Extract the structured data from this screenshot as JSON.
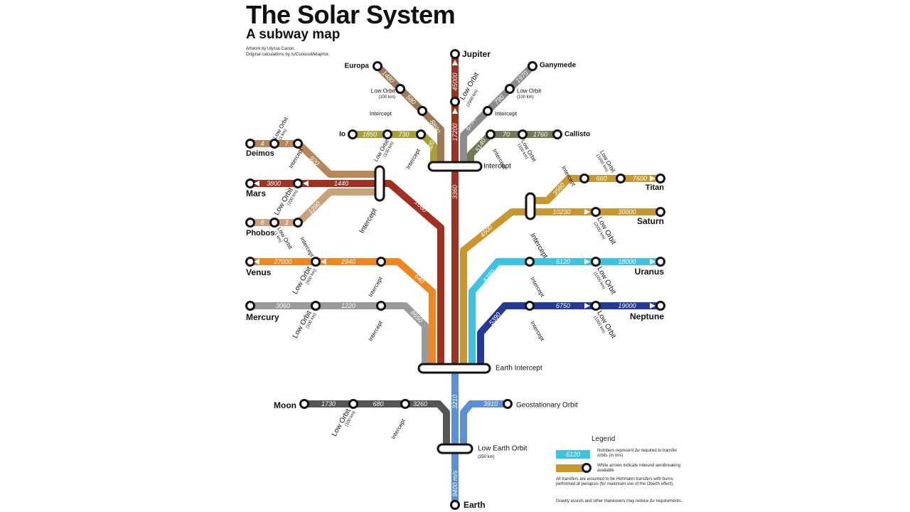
{
  "title": "The Solar System",
  "subtitle": "A subway map",
  "credit1": "Artwork by Ulysse Carion.",
  "credit2": "Original calculations by /u/CuriousMetaphor.",
  "colors": {
    "earth": "#5b8fd6",
    "jupiter": "#9b3320",
    "europa": "#9c7a55",
    "io": "#a9a034",
    "ganymede": "#8c8c8c",
    "callisto": "#6f7a56",
    "deimos": "#b88659",
    "mars": "#a3301e",
    "phobos": "#c9a27c",
    "saturn": "#c8972e",
    "uranus": "#3cc3e3",
    "neptune": "#22389a",
    "venus": "#f0871e",
    "mercury": "#9a9a9a",
    "moon": "#555555",
    "geo": "#5b8fd6"
  },
  "stations": {
    "jupiter": "Jupiter",
    "europa": "Europa",
    "ganymede": "Ganymede",
    "io": "Io",
    "callisto": "Callisto",
    "deimos": "Deimos",
    "mars": "Mars",
    "phobos": "Phobos",
    "titan": "Titan",
    "saturn": "Saturn",
    "venus": "Venus",
    "uranus": "Uranus",
    "mercury": "Mercury",
    "neptune": "Neptune",
    "moon": "Moon",
    "earth": "Earth"
  },
  "labels": {
    "intercept": "Intercept",
    "jupiter_intercept": "Intercept",
    "earth_intercept": "Earth Intercept",
    "low_earth_orbit": "Low Earth Orbit",
    "low_earth_orbit_alt": "(250 km)",
    "geostationary": "Geostationary Orbit",
    "low_orbit": "Low Orbit",
    "alt_100km": "(100 km)",
    "alt_1km": "(1 km)",
    "alt_200km": "(200 km)",
    "alt_400km": "(400 km)",
    "alt_1000km": "(1000 km)",
    "alt_2000km": "(2000 km)"
  },
  "values": {
    "earth_leo": "9400 m/s",
    "leo_ei": "3210",
    "ei_jup_int": "3360",
    "jup_int_lo": "17200",
    "jup_lo_jup": "45000",
    "europa_1": "1480",
    "europa_2": "580",
    "europa_3": "8890",
    "gany_1": "1970",
    "gany_2": "790",
    "gany_3": "6700",
    "io_1": "1850",
    "io_2": "730",
    "io_3": "10320",
    "cal_1": "5140",
    "cal_2": "70",
    "cal_3": "1760",
    "deimos_1": "4",
    "deimos_2": "7",
    "deimos_3": "920",
    "mars_1": "3800",
    "mars_2": "1440",
    "mars_3": "1060",
    "phobos_1": "8",
    "phobos_2": "3",
    "phobos_3": "1280",
    "titan_1": "3560",
    "titan_2": "660",
    "titan_3": "7600",
    "saturn_1": "4500",
    "saturn_2": "10230",
    "saturn_3": "30000",
    "venus_1": "640",
    "venus_2": "2940",
    "venus_3": "27000",
    "uranus_1": "5280",
    "uranus_2": "6120",
    "uranus_3": "18000",
    "mercury_1": "8650",
    "mercury_2": "1220",
    "mercury_3": "3060",
    "neptune_1": "5390",
    "neptune_2": "6750",
    "neptune_3": "19000",
    "moon_1": "3260",
    "moon_2": "680",
    "moon_3": "1730",
    "geo_1": "3910"
  },
  "legend": {
    "title": "Legend",
    "sample_value": "6120",
    "text1": "Numbers represent Δv required to transfer orbits (in m/s)",
    "text2": "White arrows indicate inbound aerobreaking available",
    "text3": "All transfers are assumed to be Hohmann transfers with burns performed at periapsis (for maximum use of the Oberth effect).",
    "text4": "Gravity assists and other maneuvers may reduce Δv requirements."
  }
}
